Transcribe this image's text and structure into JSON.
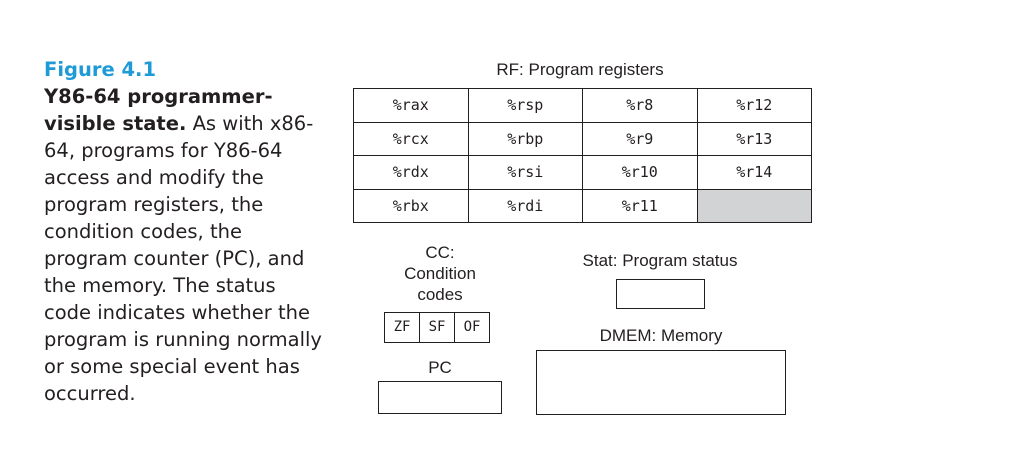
{
  "caption": {
    "figure_label": "Figure 4.1",
    "title": "Y86-64 programmer-visible state.",
    "body": "As with x86-64, programs for Y86-64 access and modify the program registers, the condition codes, the program counter (PC), and the memory. The status code indicates whether the program is running normally or some special event has occurred."
  },
  "register_file": {
    "label": "RF: Program registers",
    "rows": [
      [
        "%rax",
        "%rsp",
        "%r8",
        "%r12"
      ],
      [
        "%rcx",
        "%rbp",
        "%r9",
        "%r13"
      ],
      [
        "%rdx",
        "%rsi",
        "%r10",
        "%r14"
      ],
      [
        "%rbx",
        "%rdi",
        "%r11",
        ""
      ]
    ]
  },
  "condition_codes": {
    "label_line1": "CC:",
    "label_line2": "Condition",
    "label_line3": "codes",
    "flags": [
      "ZF",
      "SF",
      "OF"
    ]
  },
  "program_counter": {
    "label": "PC"
  },
  "status": {
    "label": "Stat: Program status"
  },
  "memory": {
    "label": "DMEM: Memory"
  },
  "colors": {
    "figure_label": "#1e9bd7",
    "empty_register": "#d1d3d4"
  }
}
